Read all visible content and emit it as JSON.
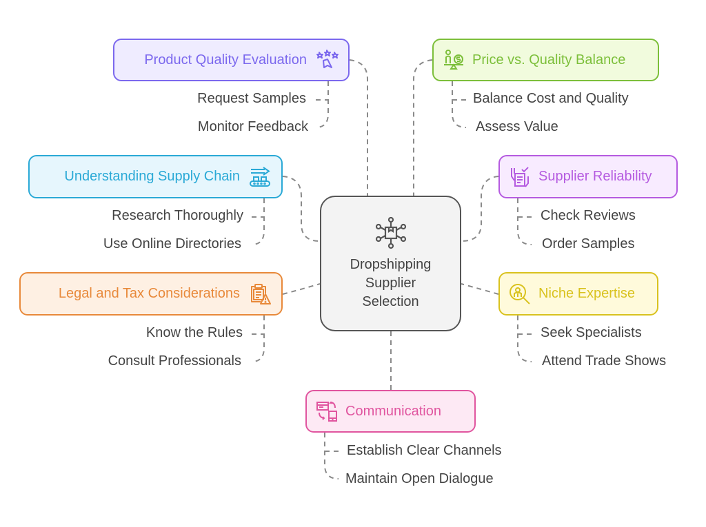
{
  "center": {
    "title": "Dropshipping Supplier Selection",
    "icon": "package-network-icon"
  },
  "topics": [
    {
      "id": "product-quality",
      "label": "Product Quality Evaluation",
      "icon": "stars-flag-icon",
      "color": "#7B68EE",
      "fill": "#EFECFF",
      "items": [
        "Request Samples",
        "Monitor Feedback"
      ]
    },
    {
      "id": "price-quality",
      "label": "Price vs. Quality Balance",
      "icon": "person-coin-scale-icon",
      "color": "#7CBF3A",
      "fill": "#F1FBDD",
      "items": [
        "Balance Cost and Quality",
        "Assess Value"
      ]
    },
    {
      "id": "supply-chain",
      "label": "Understanding Supply Chain",
      "icon": "conveyor-belt-icon",
      "color": "#2AA9D6",
      "fill": "#E6F6FD",
      "items": [
        "Research Thoroughly",
        "Use Online Directories"
      ]
    },
    {
      "id": "supplier-reliability",
      "label": "Supplier Reliability",
      "icon": "clipboard-check-hands-icon",
      "color": "#B55BE0",
      "fill": "#F8EBFF",
      "items": [
        "Check Reviews",
        "Order Samples"
      ]
    },
    {
      "id": "legal-tax",
      "label": "Legal and Tax Considerations",
      "icon": "clipboard-warning-icon",
      "color": "#E8893A",
      "fill": "#FEF0E3",
      "items": [
        "Know the Rules",
        "Consult Professionals"
      ]
    },
    {
      "id": "niche-expertise",
      "label": "Niche Expertise",
      "icon": "magnifier-specialist-icon",
      "color": "#D9C21E",
      "fill": "#FFFADB",
      "items": [
        "Seek Specialists",
        "Attend Trade Shows"
      ]
    },
    {
      "id": "communication",
      "label": "Communication",
      "icon": "devices-exchange-icon",
      "color": "#E0559F",
      "fill": "#FDE9F4",
      "items": [
        "Establish Clear Channels",
        "Maintain Open Dialogue"
      ]
    }
  ]
}
